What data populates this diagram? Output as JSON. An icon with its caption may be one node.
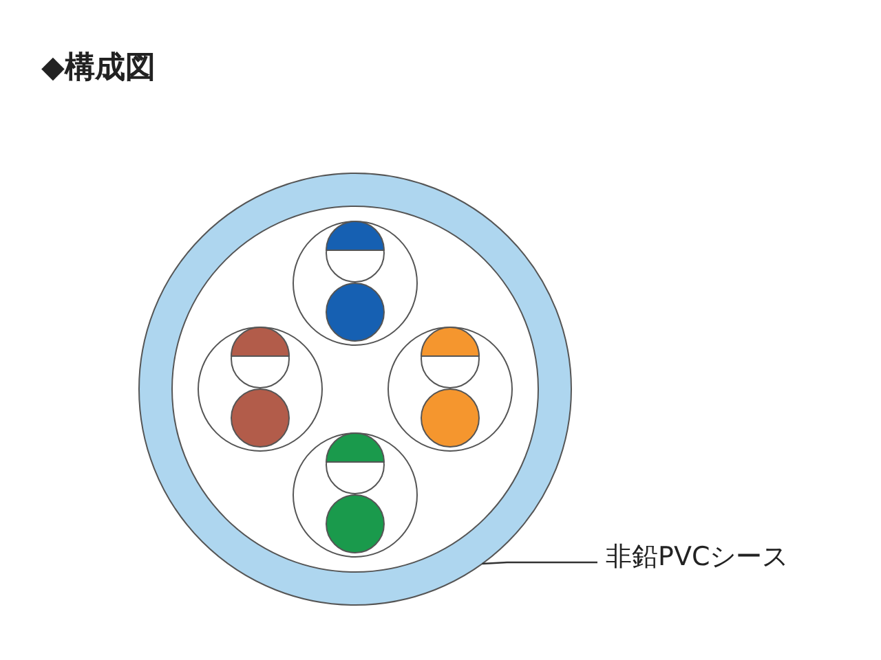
{
  "diagram": {
    "title": "◆構成図",
    "nodes": [
      {
        "text": [
          "非鉛PVCシース"
        ]
      },
      {
        "text": [],
        "shape": "circle"
      }
    ],
    "edges": [
      {
        "from": 0,
        "to": 1,
        "arrow": "none"
      }
    ]
  }
}
